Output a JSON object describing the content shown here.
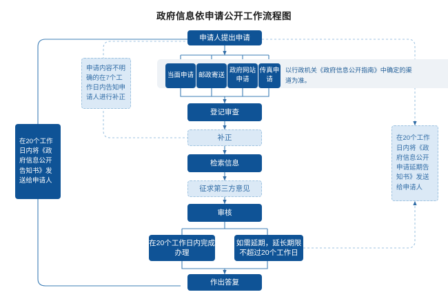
{
  "page": {
    "title": "政府信息依申请公开工作流程图",
    "colors": {
      "solid_fill": "#0f5396",
      "solid_text": "#ffffff",
      "dashed_fill": "#dbe9f6",
      "dashed_border": "#9dc2e0",
      "dashed_text": "#2f6ba5",
      "panel_fill": "#eef2f6",
      "connector": "#3b7cb5",
      "background": "#ffffff"
    }
  },
  "flow": {
    "start": "申请人提出申请",
    "channels": [
      "当面申请",
      "邮政寄送",
      "政府网站申请",
      "传真申请"
    ],
    "channel_note": "以行政机关《政府信息公开指南》中确定的渠道为准。",
    "steps": [
      {
        "label": "登记审查",
        "style": "solid"
      },
      {
        "label": "补正",
        "style": "dashed"
      },
      {
        "label": "检索信息",
        "style": "solid"
      },
      {
        "label": "征求第三方意见",
        "style": "dashed"
      },
      {
        "label": "审核",
        "style": "solid"
      }
    ],
    "branches": [
      {
        "label": "在20个工作日内完成办理",
        "style": "solid"
      },
      {
        "label": "如需延期，延长期限不超过20个工作日",
        "style": "solid"
      }
    ],
    "end": "作出答复"
  },
  "annotations": {
    "left_correction": "申请内容不明确的在7个工作日内告知申请人进行补正",
    "left_notice": "在20个工作日内将《政府信息公开告知书》发送给申请人",
    "right_extension": "在20个工作日内将《政府信息公开申请延期告知书》发送给申请人"
  }
}
